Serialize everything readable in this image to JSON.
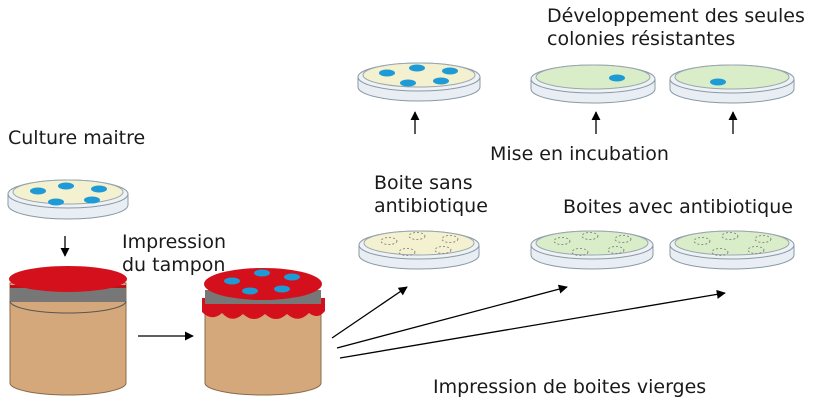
{
  "labels": {
    "culture_maitre": "Culture maitre",
    "impression_tampon": "Impression du tampon",
    "developpement": "Développement des seules colonies résistantes",
    "mise_en_incubation": "Mise en incubation",
    "boite_sans_antibiotique": "Boite sans antibiotique",
    "boites_avec_antibiotique": "Boites avec antibiotique",
    "impression_boites_vierges": "Impression de boites vierges"
  },
  "colors": {
    "agar_plain": "#f3f1cf",
    "agar_antibiotic": "#d9edc9",
    "colony": "#1e9ad6",
    "velvet": "#d4101c",
    "cylinder": "#d4a87a",
    "band": "#777777",
    "arrow": "#000000"
  }
}
